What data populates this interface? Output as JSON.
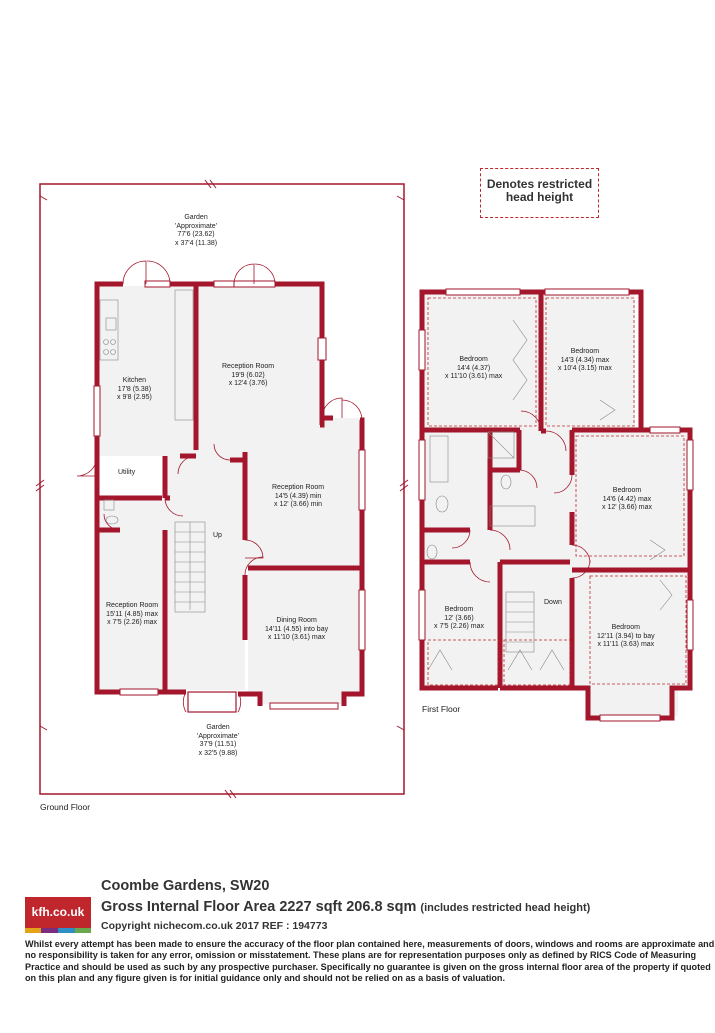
{
  "legend": {
    "line1": "Denotes restricted",
    "line2": "head height"
  },
  "floors": {
    "ground": "Ground Floor",
    "first": "First Floor"
  },
  "rooms": {
    "garden_top": [
      "Garden",
      "'Approximate'",
      "77'6 (23.62)",
      "x 37'4 (11.38)"
    ],
    "kitchen": [
      "Kitchen",
      "17'8 (5.38)",
      "x 9'8 (2.95)"
    ],
    "reception1": [
      "Reception Room",
      "19'9 (6.02)",
      "x 12'4 (3.76)"
    ],
    "utility": [
      "Utility"
    ],
    "reception2": [
      "Reception Room",
      "14'5 (4.39) min",
      "x 12' (3.66) min"
    ],
    "up": [
      "Up"
    ],
    "reception3": [
      "Reception Room",
      "15'11 (4.85) max",
      "x 7'5 (2.26) max"
    ],
    "dining": [
      "Dining Room",
      "14'11 (4.55) into bay",
      "x 11'10 (3.61) max"
    ],
    "garden_bottom": [
      "Garden",
      "'Approximate'",
      "37'9 (11.51)",
      "x 32'5 (9.88)"
    ],
    "bed1": [
      "Bedroom",
      "14'4 (4.37)",
      "x 11'10 (3.61) max"
    ],
    "bed2": [
      "Bedroom",
      "14'3 (4.34) max",
      "x 10'4 (3.15) max"
    ],
    "bed3": [
      "Bedroom",
      "14'6 (4.42) max",
      "x 12' (3.66) max"
    ],
    "bed4": [
      "Bedroom",
      "12' (3.66)",
      "x 7'5 (2.26) max"
    ],
    "down": [
      "Down"
    ],
    "bed5": [
      "Bedroom",
      "12'11 (3.94) to bay",
      "x 11'11 (3.63) max"
    ]
  },
  "footer": {
    "logo": "kfh.co.uk",
    "address": "Coombe Gardens, SW20",
    "gia": "Gross Internal Floor Area 2227 sqft 206.8 sqm",
    "gia_note": "(includes restricted head height)",
    "copyright": "Copyright nichecom.co.uk 2017 REF : 194773",
    "disclaimer": "Whilst every attempt has been made to ensure the accuracy of the floor plan contained here, measurements of doors, windows and rooms are approximate and no responsibility is taken for any error, omission or misstatement.  These plans are for representation purposes only as defined by RICS Code of Measuring Practice and should be used as such by any prospective purchaser.  Specifically no guarantee is given on the gross internal floor area of the property if quoted on this plan and any figure given is for initial guidance only and should not be relied on as a basis of valuation."
  },
  "colors": {
    "wall": "#a3162b",
    "floor": "#f2f2f2",
    "accent": "#c0272d"
  }
}
